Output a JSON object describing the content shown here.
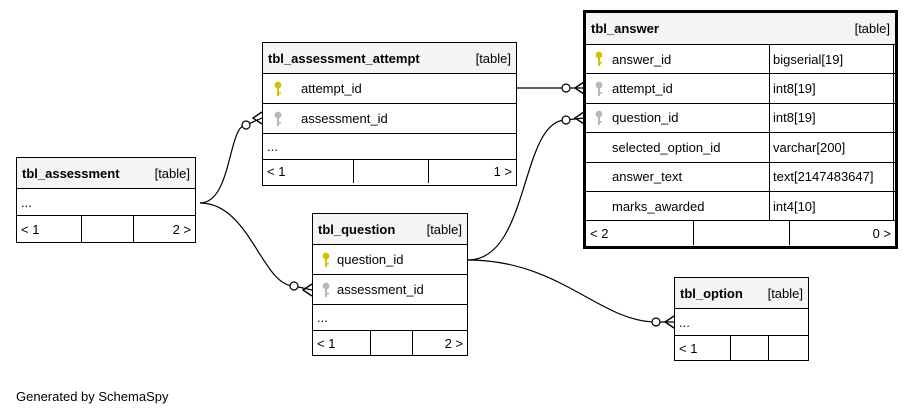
{
  "footer": "Generated by SchemaSpy",
  "tables": {
    "assessment": {
      "name": "tbl_assessment",
      "kind": "[table]",
      "ellipsis": "...",
      "foot_left": "< 1",
      "foot_right": "2 >"
    },
    "attempt": {
      "name": "tbl_assessment_attempt",
      "kind": "[table]",
      "cols": [
        {
          "name": "attempt_id",
          "key": "primary"
        },
        {
          "name": "assessment_id",
          "key": "foreign"
        }
      ],
      "ellipsis": "...",
      "foot_left": "< 1",
      "foot_right": "1 >"
    },
    "question": {
      "name": "tbl_question",
      "kind": "[table]",
      "cols": [
        {
          "name": "question_id",
          "key": "primary"
        },
        {
          "name": "assessment_id",
          "key": "foreign"
        }
      ],
      "ellipsis": "...",
      "foot_left": "< 1",
      "foot_right": "2 >"
    },
    "answer": {
      "name": "tbl_answer",
      "kind": "[table]",
      "cols": [
        {
          "name": "answer_id",
          "type": "bigserial[19]",
          "key": "primary"
        },
        {
          "name": "attempt_id",
          "type": "int8[19]",
          "key": "foreign"
        },
        {
          "name": "question_id",
          "type": "int8[19]",
          "key": "foreign"
        },
        {
          "name": "selected_option_id",
          "type": "varchar[200]",
          "key": "none"
        },
        {
          "name": "answer_text",
          "type": "text[2147483647]",
          "key": "none"
        },
        {
          "name": "marks_awarded",
          "type": "int4[10]",
          "key": "none"
        }
      ],
      "foot_left": "< 2",
      "foot_right": "0 >"
    },
    "option": {
      "name": "tbl_option",
      "kind": "[table]",
      "ellipsis": "...",
      "foot_left": "< 1"
    }
  },
  "colors": {
    "primary_key": "#d4c200",
    "foreign_key": "#b8b8b8",
    "line": "#000000"
  }
}
